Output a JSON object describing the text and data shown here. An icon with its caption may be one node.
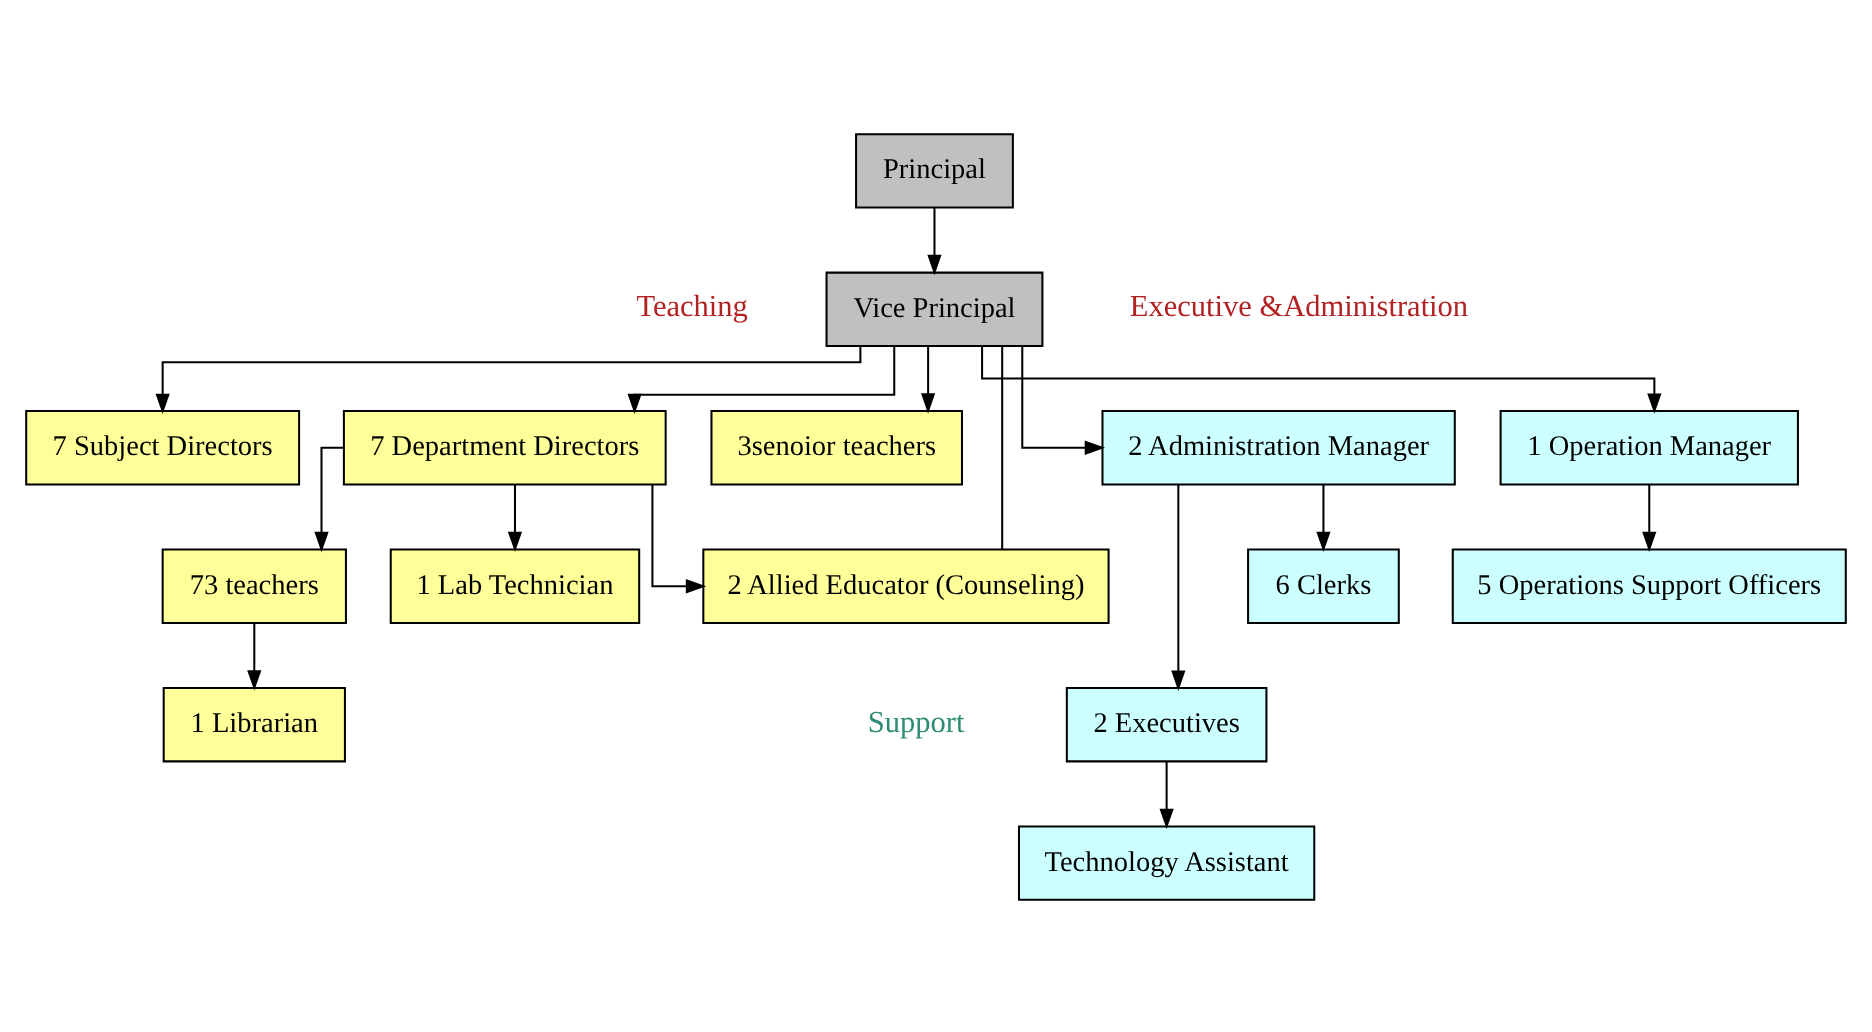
{
  "diagram": {
    "nodes": [
      {
        "text": [
          "Principal"
        ]
      },
      {
        "text": [
          "Vice Principal"
        ]
      },
      {
        "text": [
          "7 Subject Directors"
        ]
      },
      {
        "text": [
          "7 Department Directors"
        ]
      },
      {
        "text": [
          "3senoior teachers"
        ]
      },
      {
        "text": [
          "2 Administration Manager"
        ]
      },
      {
        "text": [
          "1 Operation Manager"
        ]
      },
      {
        "text": [
          "73 teachers"
        ]
      },
      {
        "text": [
          "2 Allied Educator (Counseling)"
        ]
      },
      {
        "text": [
          "2 Executives"
        ]
      },
      {
        "text": [
          "6 Clerks"
        ]
      },
      {
        "text": [
          "1 Librarian"
        ]
      },
      {
        "text": [
          "1 Lab Technician"
        ]
      },
      {
        "text": [
          "Technology Assistant"
        ]
      },
      {
        "text": [
          "5 Operations Support Officers"
        ]
      }
    ],
    "edges": [
      {
        "from": 0,
        "to": 1,
        "arrow": "to"
      },
      {
        "from": 1,
        "to": 2,
        "arrow": "to"
      },
      {
        "from": 1,
        "to": 3,
        "arrow": "to"
      },
      {
        "from": 1,
        "to": 4,
        "arrow": "to"
      },
      {
        "from": 1,
        "to": 5,
        "arrow": "to"
      },
      {
        "from": 1,
        "to": 6,
        "arrow": "to"
      },
      {
        "from": 1,
        "to": 8,
        "arrow": "none"
      },
      {
        "from": 3,
        "to": 7,
        "arrow": "to"
      },
      {
        "from": 3,
        "to": 8,
        "arrow": "to"
      },
      {
        "from": 3,
        "to": 12,
        "arrow": "to"
      },
      {
        "from": 5,
        "to": 9,
        "arrow": "to"
      },
      {
        "from": 5,
        "to": 10,
        "arrow": "to"
      },
      {
        "from": 7,
        "to": 11,
        "arrow": "to"
      },
      {
        "from": 9,
        "to": 13,
        "arrow": "to"
      },
      {
        "from": 6,
        "to": 14,
        "arrow": "to"
      }
    ],
    "labels": [
      "Teaching",
      "Executive &Administration",
      "Support"
    ]
  }
}
